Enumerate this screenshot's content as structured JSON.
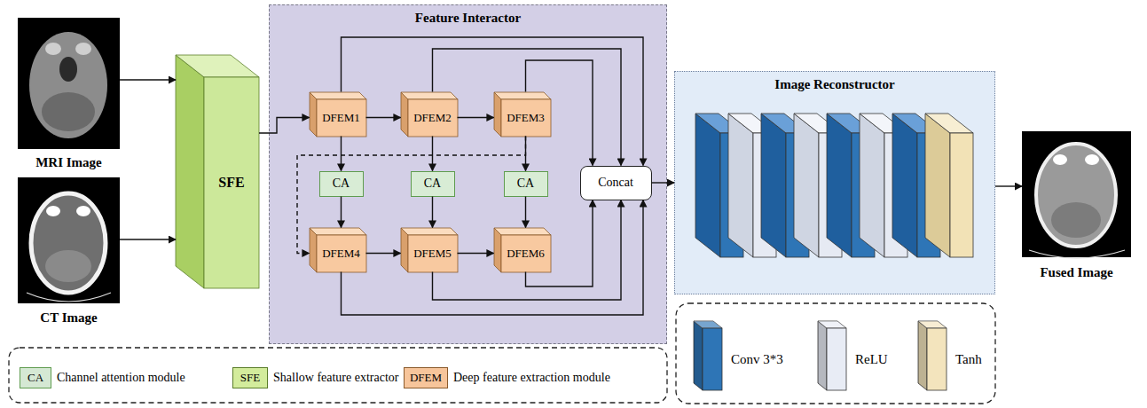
{
  "diagram": {
    "nodes": [
      {
        "text": [
          "MRI Image"
        ]
      },
      {
        "text": [
          "CT Image"
        ]
      },
      {
        "text": [
          "SFE"
        ]
      },
      {
        "text": [
          "Feature Interactor"
        ]
      },
      {
        "text": [
          "DFEM1"
        ],
        "in": 3
      },
      {
        "text": [
          "DFEM2"
        ],
        "in": 3
      },
      {
        "text": [
          "DFEM3"
        ],
        "in": 3
      },
      {
        "text": [
          "CA"
        ],
        "in": 3
      },
      {
        "text": [
          "CA"
        ],
        "in": 3
      },
      {
        "text": [
          "CA"
        ],
        "in": 3
      },
      {
        "text": [
          "Concat"
        ],
        "in": 3
      },
      {
        "text": [
          "DFEM4"
        ],
        "in": 3
      },
      {
        "text": [
          "DFEM5"
        ],
        "in": 3
      },
      {
        "text": [
          "DFEM6"
        ],
        "in": 3
      },
      {
        "text": [
          "Image Reconstructor"
        ]
      },
      {
        "text": [
          "Fused Image"
        ]
      }
    ],
    "edges": [
      {
        "from": 0,
        "to": 2,
        "arrow": "to"
      },
      {
        "from": 1,
        "to": 2,
        "arrow": "to"
      },
      {
        "from": 2,
        "to": 4,
        "arrow": "to"
      },
      {
        "from": 4,
        "to": 5,
        "arrow": "to"
      },
      {
        "from": 5,
        "to": 6,
        "arrow": "to"
      },
      {
        "from": 4,
        "to": 7,
        "arrow": "to"
      },
      {
        "from": 5,
        "to": 8,
        "arrow": "to"
      },
      {
        "from": 6,
        "to": 9,
        "arrow": "to"
      },
      {
        "from": 7,
        "to": 11,
        "arrow": "to"
      },
      {
        "from": 8,
        "to": 12,
        "arrow": "to"
      },
      {
        "from": 9,
        "to": 13,
        "arrow": "to"
      },
      {
        "from": 6,
        "to": 11,
        "arrow": "to"
      },
      {
        "from": 11,
        "to": 12,
        "arrow": "to"
      },
      {
        "from": 12,
        "to": 13,
        "arrow": "to"
      },
      {
        "from": 4,
        "to": 10,
        "arrow": "to"
      },
      {
        "from": 5,
        "to": 10,
        "arrow": "to"
      },
      {
        "from": 6,
        "to": 10,
        "arrow": "to"
      },
      {
        "from": 13,
        "to": 10,
        "arrow": "to"
      },
      {
        "from": 12,
        "to": 10,
        "arrow": "to"
      },
      {
        "from": 11,
        "to": 10,
        "arrow": "to"
      },
      {
        "from": 10,
        "to": 14,
        "arrow": "to"
      },
      {
        "from": 14,
        "to": 15,
        "arrow": "to"
      }
    ],
    "labels": [
      "CA",
      "SFE",
      "DFEM"
    ],
    "legend": [
      {
        "text": "Channel attention module",
        "color": "#d5e8d4"
      },
      {
        "text": "Shallow feature extractor",
        "color": "#d3ec9c"
      },
      {
        "text": "Deep feature extraction module",
        "color": "#f7c59b"
      },
      {
        "text": "Conv 3*3",
        "color": "#2e75b6"
      },
      {
        "text": "ReLU",
        "color": "#e8ecf5"
      },
      {
        "text": "Tanh",
        "color": "#f3e4bd"
      }
    ]
  }
}
